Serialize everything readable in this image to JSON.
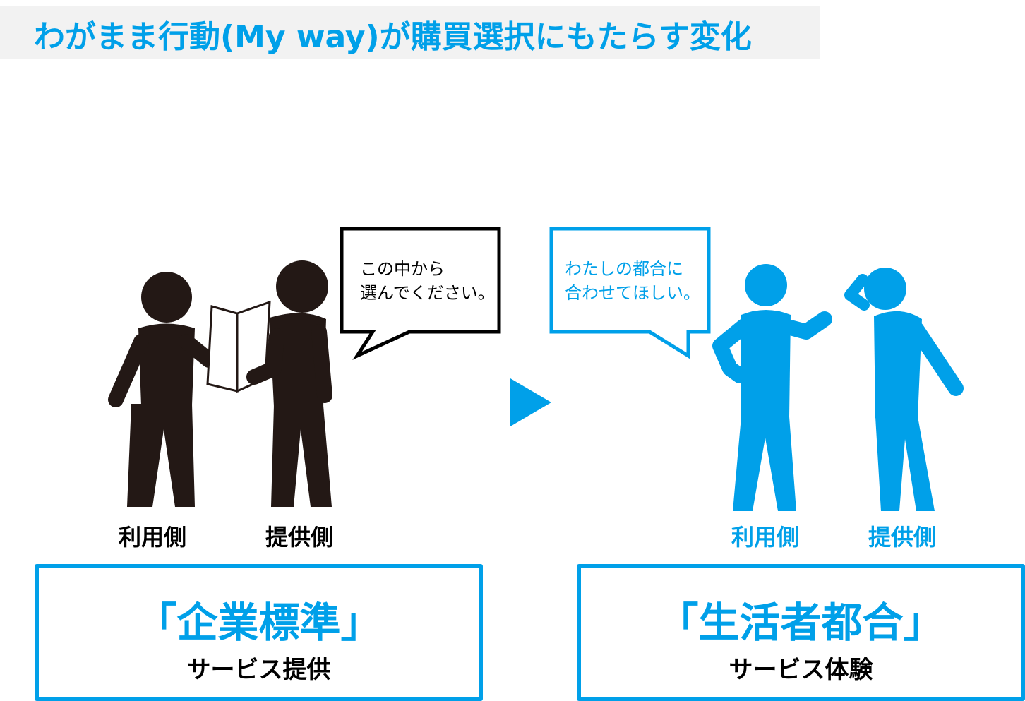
{
  "title": "わがまま行動(My way)が購買選択にもたらす変化",
  "left": {
    "bubble_line1": "この中から",
    "bubble_line2": "選んでください。",
    "role_user": "利用側",
    "role_provider": "提供側",
    "box_main": "「企業標準」",
    "box_sub": "サービス提供"
  },
  "right": {
    "bubble_line1": "わたしの都合に",
    "bubble_line2": "合わせてほしい。",
    "role_user": "利用側",
    "role_provider": "提供側",
    "box_main": "「生活者都合」",
    "box_sub": "サービス体験"
  },
  "colors": {
    "accent": "#00a0e9",
    "dark_figure": "#231815",
    "title_bg": "#f2f2f2"
  },
  "icons": [
    "person-pictogram-icon",
    "menu-paper-icon",
    "arrow-right-icon",
    "speech-bubble-icon"
  ]
}
